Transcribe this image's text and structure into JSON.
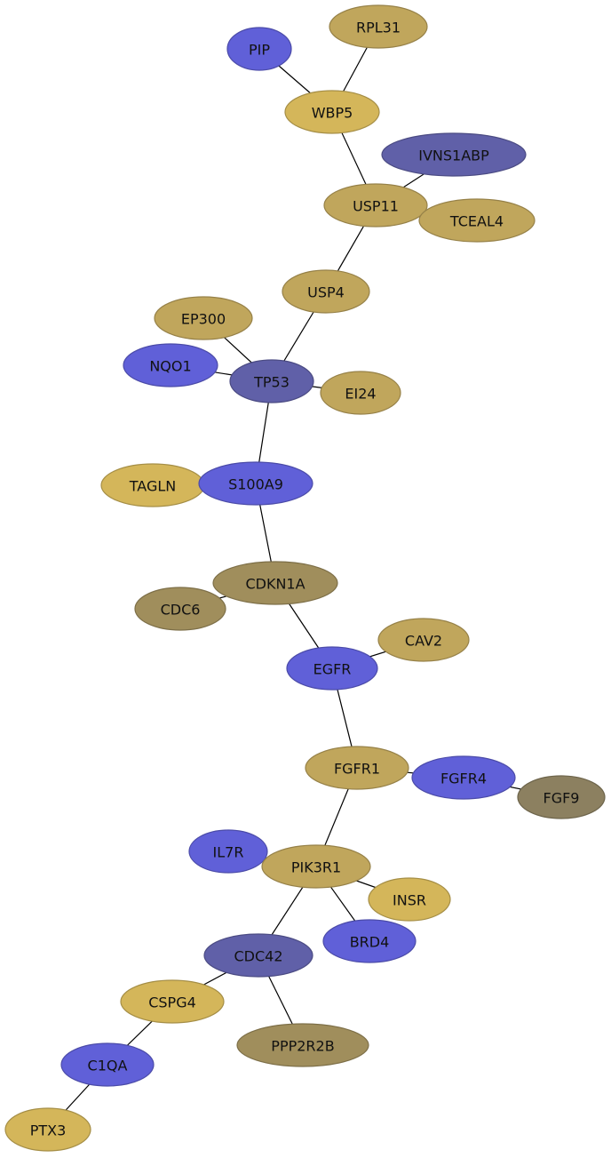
{
  "colors": {
    "blue": "#6060d8",
    "slate": "#6060a8",
    "gold": "#d4b65a",
    "tan": "#c0a65c",
    "olive": "#a08e5c",
    "darkolive": "#8c8060"
  },
  "nodes": [
    {
      "id": "RPL31",
      "label": "RPL31",
      "color": "tan"
    },
    {
      "id": "PIP",
      "label": "PIP",
      "color": "blue"
    },
    {
      "id": "WBP5",
      "label": "WBP5",
      "color": "gold"
    },
    {
      "id": "IVNS1ABP",
      "label": "IVNS1ABP",
      "color": "slate"
    },
    {
      "id": "USP11",
      "label": "USP11",
      "color": "tan"
    },
    {
      "id": "TCEAL4",
      "label": "TCEAL4",
      "color": "tan"
    },
    {
      "id": "USP4",
      "label": "USP4",
      "color": "tan"
    },
    {
      "id": "EP300",
      "label": "EP300",
      "color": "tan"
    },
    {
      "id": "NQO1",
      "label": "NQO1",
      "color": "blue"
    },
    {
      "id": "TP53",
      "label": "TP53",
      "color": "slate"
    },
    {
      "id": "EI24",
      "label": "EI24",
      "color": "tan"
    },
    {
      "id": "TAGLN",
      "label": "TAGLN",
      "color": "gold"
    },
    {
      "id": "S100A9",
      "label": "S100A9",
      "color": "blue"
    },
    {
      "id": "CDKN1A",
      "label": "CDKN1A",
      "color": "olive"
    },
    {
      "id": "CDC6",
      "label": "CDC6",
      "color": "olive"
    },
    {
      "id": "CAV2",
      "label": "CAV2",
      "color": "tan"
    },
    {
      "id": "EGFR",
      "label": "EGFR",
      "color": "blue"
    },
    {
      "id": "FGFR1",
      "label": "FGFR1",
      "color": "tan"
    },
    {
      "id": "FGFR4",
      "label": "FGFR4",
      "color": "blue"
    },
    {
      "id": "FGF9",
      "label": "FGF9",
      "color": "darkolive"
    },
    {
      "id": "IL7R",
      "label": "IL7R",
      "color": "blue"
    },
    {
      "id": "PIK3R1",
      "label": "PIK3R1",
      "color": "tan"
    },
    {
      "id": "INSR",
      "label": "INSR",
      "color": "gold"
    },
    {
      "id": "BRD4",
      "label": "BRD4",
      "color": "blue"
    },
    {
      "id": "CDC42",
      "label": "CDC42",
      "color": "slate"
    },
    {
      "id": "CSPG4",
      "label": "CSPG4",
      "color": "gold"
    },
    {
      "id": "PPP2R2B",
      "label": "PPP2R2B",
      "color": "olive"
    },
    {
      "id": "C1QA",
      "label": "C1QA",
      "color": "blue"
    },
    {
      "id": "PTX3",
      "label": "PTX3",
      "color": "gold"
    }
  ],
  "edges": [
    [
      "RPL31",
      "WBP5"
    ],
    [
      "PIP",
      "WBP5"
    ],
    [
      "WBP5",
      "USP11"
    ],
    [
      "IVNS1ABP",
      "USP11"
    ],
    [
      "USP11",
      "TCEAL4"
    ],
    [
      "USP11",
      "USP4"
    ],
    [
      "USP4",
      "TP53"
    ],
    [
      "EP300",
      "TP53"
    ],
    [
      "NQO1",
      "TP53"
    ],
    [
      "TP53",
      "EI24"
    ],
    [
      "TP53",
      "S100A9"
    ],
    [
      "TAGLN",
      "S100A9"
    ],
    [
      "S100A9",
      "CDKN1A"
    ],
    [
      "CDC6",
      "CDKN1A"
    ],
    [
      "CDKN1A",
      "EGFR"
    ],
    [
      "EGFR",
      "CAV2"
    ],
    [
      "EGFR",
      "FGFR1"
    ],
    [
      "FGFR1",
      "FGFR4"
    ],
    [
      "FGFR4",
      "FGF9"
    ],
    [
      "FGFR1",
      "PIK3R1"
    ],
    [
      "IL7R",
      "PIK3R1"
    ],
    [
      "PIK3R1",
      "INSR"
    ],
    [
      "PIK3R1",
      "BRD4"
    ],
    [
      "PIK3R1",
      "CDC42"
    ],
    [
      "CDC42",
      "CSPG4"
    ],
    [
      "CDC42",
      "PPP2R2B"
    ],
    [
      "CSPG4",
      "C1QA"
    ],
    [
      "C1QA",
      "PTX3"
    ]
  ]
}
